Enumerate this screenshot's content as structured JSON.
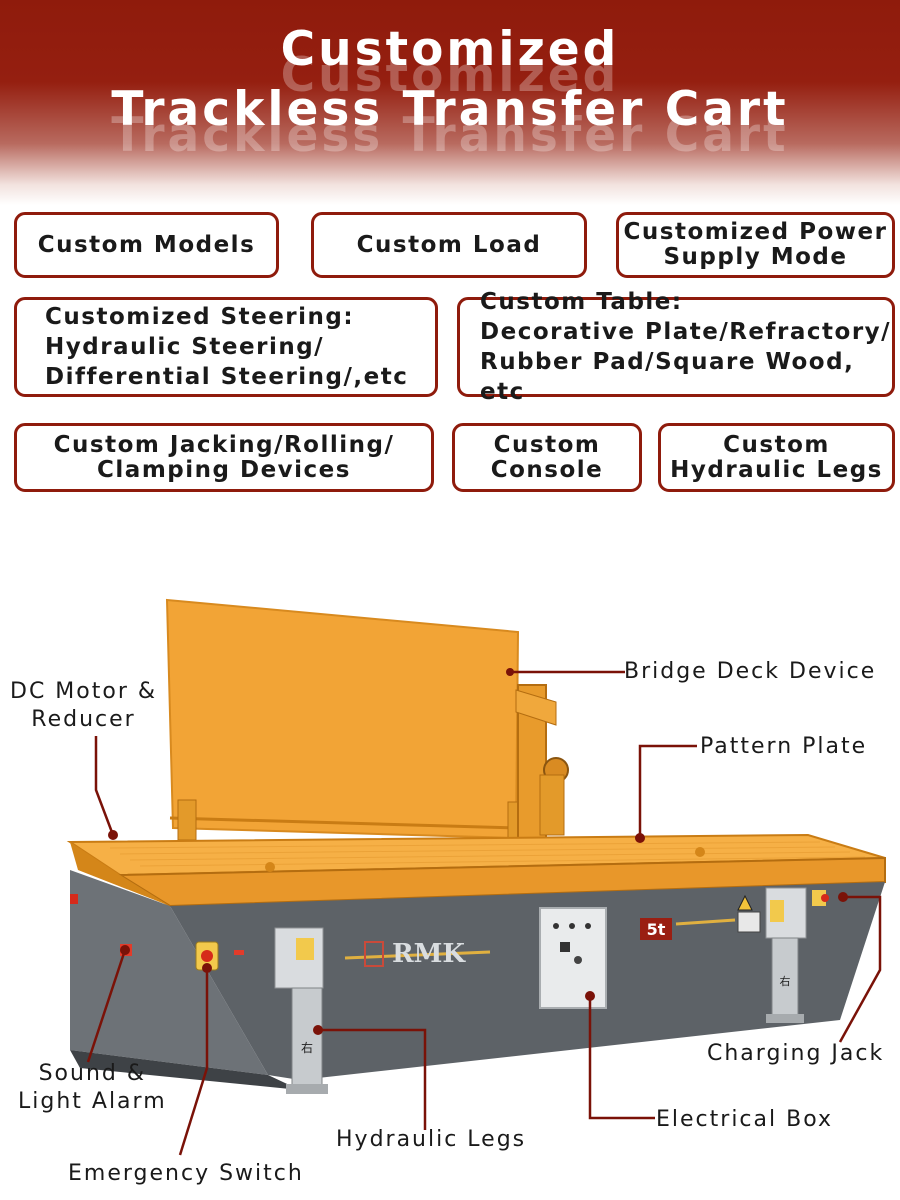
{
  "header": {
    "title_line1": "Customized",
    "title_line2": "Trackless Transfer Cart"
  },
  "features": [
    "Custom Models",
    "Custom Load",
    "Customized Power\nSupply Mode",
    "Customized Steering:\nHydraulic Steering/\nDifferential Steering/,etc",
    "Custom Table:\nDecorative Plate/Refractory/\nRubber Pad/Square Wood, etc",
    "Custom Jacking/Rolling/\nClamping Devices",
    "Custom\nConsole",
    "Custom\nHydraulic Legs"
  ],
  "cart": {
    "brand": "RMK",
    "load_badge": "5t",
    "leg_marks": "右"
  },
  "callouts": {
    "bridge_deck": "Bridge Deck Device",
    "dc_motor": "DC Motor &\nReducer",
    "pattern_plate": "Pattern Plate",
    "charging_jack": "Charging Jack",
    "sound_light": "Sound &\nLight Alarm",
    "electrical_box": "Electrical Box",
    "hydraulic_legs": "Hydraulic Legs",
    "emergency_switch": "Emergency Switch"
  },
  "colors": {
    "brand_red": "#8f1b0c",
    "cart_orange": "#f2a436",
    "body_gray": "#5d6267",
    "leader_red": "#7a1208"
  }
}
